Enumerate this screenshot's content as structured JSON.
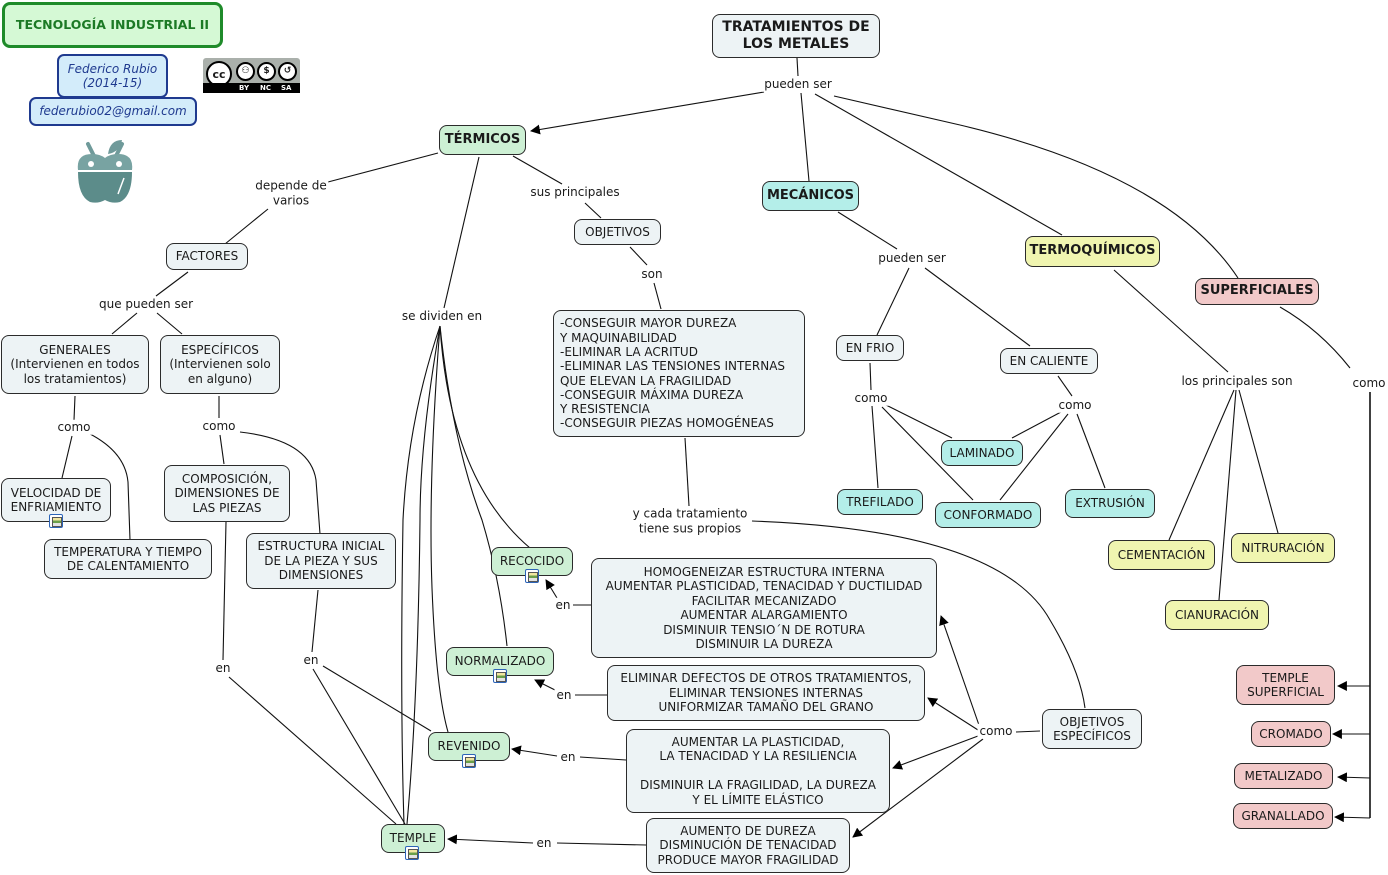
{
  "header": {
    "course_title": "TECNOLOGÍA INDUSTRIAL II",
    "author_name": "Federico Rubio\n(2014-15)",
    "author_email": "federubio02@gmail.com",
    "license": {
      "badge": "cc",
      "terms": [
        "BY",
        "NC",
        "SA"
      ]
    },
    "logo_icon": "apple-icon"
  },
  "root": {
    "label": "TRATAMIENTOS DE\nLOS METALES"
  },
  "links": {
    "root_to_types": "pueden ser",
    "termicos_factores": "depende de\nvarios",
    "factores_types": "que pueden ser",
    "generales_como": "como",
    "especificos_como": "como",
    "composicion_en": "en",
    "estructura_en": "en",
    "termicos_objetivos": "sus principales",
    "objetivos_son": "son",
    "termicos_divide": "se dividen en",
    "cada_tratamiento": "y cada tratamiento\ntiene sus propios",
    "objetivos_esp_como": "como",
    "en_recocido": "en",
    "en_normalizado": "en",
    "en_revenido": "en",
    "en_temple": "en",
    "mecanicos_pueden": "pueden ser",
    "frio_como": "como",
    "caliente_como": "como",
    "termoquimicos_principales": "los principales son",
    "superficiales_como": "como"
  },
  "categories": {
    "termicos": "TÉRMICOS",
    "mecanicos": "MECÁNICOS",
    "termoquimicos": "TERMOQUÍMICOS",
    "superficiales": "SUPERFICIALES"
  },
  "termicos": {
    "factores": "FACTORES",
    "generales": "GENERALES\n(Intervienen en todos\nlos tratamientos)",
    "especificos": "ESPECÍFICOS\n(Intervienen solo\nen alguno)",
    "velocidad": "VELOCIDAD DE\nENFRIAMIENTO",
    "temperatura": "TEMPERATURA Y TIEMPO\nDE CALENTAMIENTO",
    "composicion": "COMPOSICIÓN,\nDIMENSIONES DE\nLAS PIEZAS",
    "estructura": "ESTRUCTURA INICIAL\nDE LA PIEZA Y SUS\nDIMENSIONES",
    "objetivos": "OBJETIVOS",
    "objetivos_list": "-CONSEGUIR MAYOR DUREZA\n Y MAQUINABILIDAD\n-ELIMINAR LA ACRITUD\n-ELIMINAR LAS TENSIONES INTERNAS\n QUE ELEVAN LA FRAGILIDAD\n-CONSEGUIR MÁXIMA DUREZA\n Y RESISTENCIA\n-CONSEGUIR PIEZAS HOMOGÉNEAS",
    "objetivos_especificos": "OBJETIVOS\nESPECÍFICOS",
    "treatments": {
      "recocido": "RECOCIDO",
      "normalizado": "NORMALIZADO",
      "revenido": "REVENIDO",
      "temple": "TEMPLE"
    },
    "goals": {
      "recocido": "HOMOGENEIZAR ESTRUCTURA INTERNA\nAUMENTAR PLASTICIDAD, TENACIDAD Y DUCTILIDAD\nFACILITAR MECANIZADO\nAUMENTAR ALARGAMIENTO\nDISMINUIR TENSIO´N DE ROTURA\nDISMINUIR LA DUREZA",
      "normalizado": "ELIMINAR DEFECTOS DE OTROS TRATAMIENTOS,\nELIMINAR TENSIONES INTERNAS\nUNIFORMIZAR TAMAÑO DEL GRANO",
      "revenido": "AUMENTAR LA PLASTICIDAD,\nLA TENACIDAD Y LA RESILIENCIA\n\nDISMINUIR LA FRAGILIDAD, LA DUREZA\nY EL LÍMITE ELÁSTICO",
      "temple": "AUMENTO DE DUREZA\nDISMINUCIÓN DE TENACIDAD\nPRODUCE MAYOR FRAGILIDAD"
    }
  },
  "mecanicos": {
    "en_frio": "EN FRIO",
    "en_caliente": "EN CALIENTE",
    "laminado": "LAMINADO",
    "trefilado": "TREFILADO",
    "conformado": "CONFORMADO",
    "extrusion": "EXTRUSIÓN"
  },
  "termoquimicos": {
    "cementacion": "CEMENTACIÓN",
    "nitruracion": "NITRURACIÓN",
    "cianuracion": "CIANURACIÓN"
  },
  "superficiales": {
    "temple_superficial": "TEMPLE\nSUPERFICIAL",
    "cromado": "CROMADO",
    "metalizado": "METALIZADO",
    "granallado": "GRANALLADO"
  },
  "colors": {
    "termicos": "#cdf0d4",
    "mecanicos": "#b4eee9",
    "termoquimicos": "#f0f5b0",
    "superficiales": "#f2c9c9",
    "neutral": "#edf3f5",
    "title_green": "#1f8b2a",
    "author_blue": "#1f3a8f"
  }
}
